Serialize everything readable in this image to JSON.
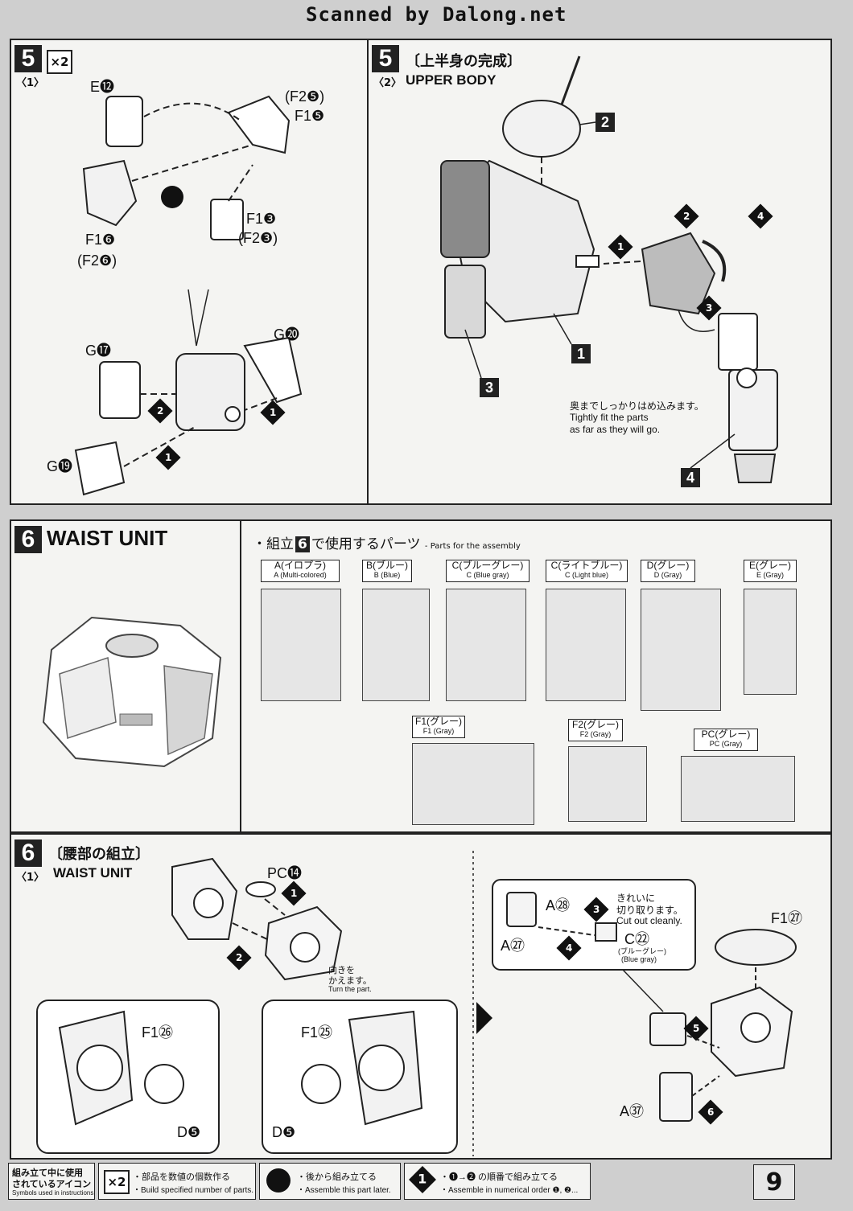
{
  "scan_credit": "Scanned by Dalong.net",
  "step5_1": {
    "step": "5",
    "substep": "〈1〉",
    "multiplier": "×2",
    "parts": {
      "e12": "E⓬",
      "f2_5": "(F2❺)",
      "f1_5": "F1❺",
      "f1_3": "F1❸",
      "f2_3": "(F2❸)",
      "f1_6": "F1❻",
      "f2_6": "(F2❻)",
      "g17": "G⓱",
      "g20": "G⓴",
      "g19": "G⓳"
    },
    "seq": [
      "1",
      "2",
      "1"
    ]
  },
  "step5_2": {
    "step": "5",
    "title_jp": "〔上半身の完成〕",
    "substep": "〈2〉",
    "title_en": "UPPER BODY",
    "callouts": [
      "1",
      "2",
      "3",
      "4"
    ],
    "seq": [
      "1",
      "2",
      "3",
      "4"
    ],
    "note_jp": "奥までしっかりはめ込みます。",
    "note_en_1": "Tightly fit the parts",
    "note_en_2": "as far as they will go."
  },
  "step6": {
    "step": "6",
    "title": "WAIST UNIT",
    "parts_header_prefix": "・組立",
    "parts_header_num": "6",
    "parts_header_suffix": "で使用するパーツ",
    "parts_header_en": "- Parts for the assembly",
    "sprues": [
      {
        "jp": "A(イロプラ)",
        "en": "A (Multi-colored)"
      },
      {
        "jp": "B(ブルー)",
        "en": "B (Blue)"
      },
      {
        "jp": "C(ブルーグレー)",
        "en": "C (Blue gray)"
      },
      {
        "jp": "C(ライトブルー)",
        "en": "C (Light blue)"
      },
      {
        "jp": "D(グレー)",
        "en": "D (Gray)"
      },
      {
        "jp": "E(グレー)",
        "en": "E (Gray)"
      },
      {
        "jp": "F1(グレー)",
        "en": "F1 (Gray)"
      },
      {
        "jp": "F2(グレー)",
        "en": "F2 (Gray)"
      },
      {
        "jp": "PC(グレー)",
        "en": "PC (Gray)"
      }
    ]
  },
  "step6_1": {
    "step": "6",
    "title_jp": "〔腰部の組立〕",
    "substep": "〈1〉",
    "title_en": "WAIST UNIT",
    "pc14": "PC⓮",
    "turn_jp_1": "向きを",
    "turn_jp_2": "かえます。",
    "turn_en": "Turn the part.",
    "f1_26": "F1㉖",
    "d5_a": "D❺",
    "f1_25": "F1㉕",
    "d5_b": "D❺",
    "a28": "A㉘",
    "cut_jp_1": "きれいに",
    "cut_jp_2": "切り取ります。",
    "cut_en": "Cut out cleanly.",
    "c22": "C㉒",
    "c22_jp": "(ブルーグレー)",
    "c22_en": "(Blue gray)",
    "a27": "A㉗",
    "f1_27": "F1㉗",
    "a37": "A㊲",
    "seq": [
      "1",
      "2",
      "3",
      "4",
      "5",
      "6"
    ]
  },
  "footer": {
    "icons_jp_1": "組み立て中に使用",
    "icons_jp_2": "されているアイコン",
    "icons_en": "Symbols used in instructions",
    "x2_symbol": "×2",
    "x2_jp": "・部品を数値の個数作る",
    "x2_en": "・Build specified number of parts.",
    "later_jp": "・後から組み立てる",
    "later_en": "・Assemble this part later.",
    "order_symbol": "1",
    "order_jp": "・❶→❷ の順番で組み立てる",
    "order_en": "・Assemble in numerical order ❶, ❷...",
    "page_number": "9"
  }
}
